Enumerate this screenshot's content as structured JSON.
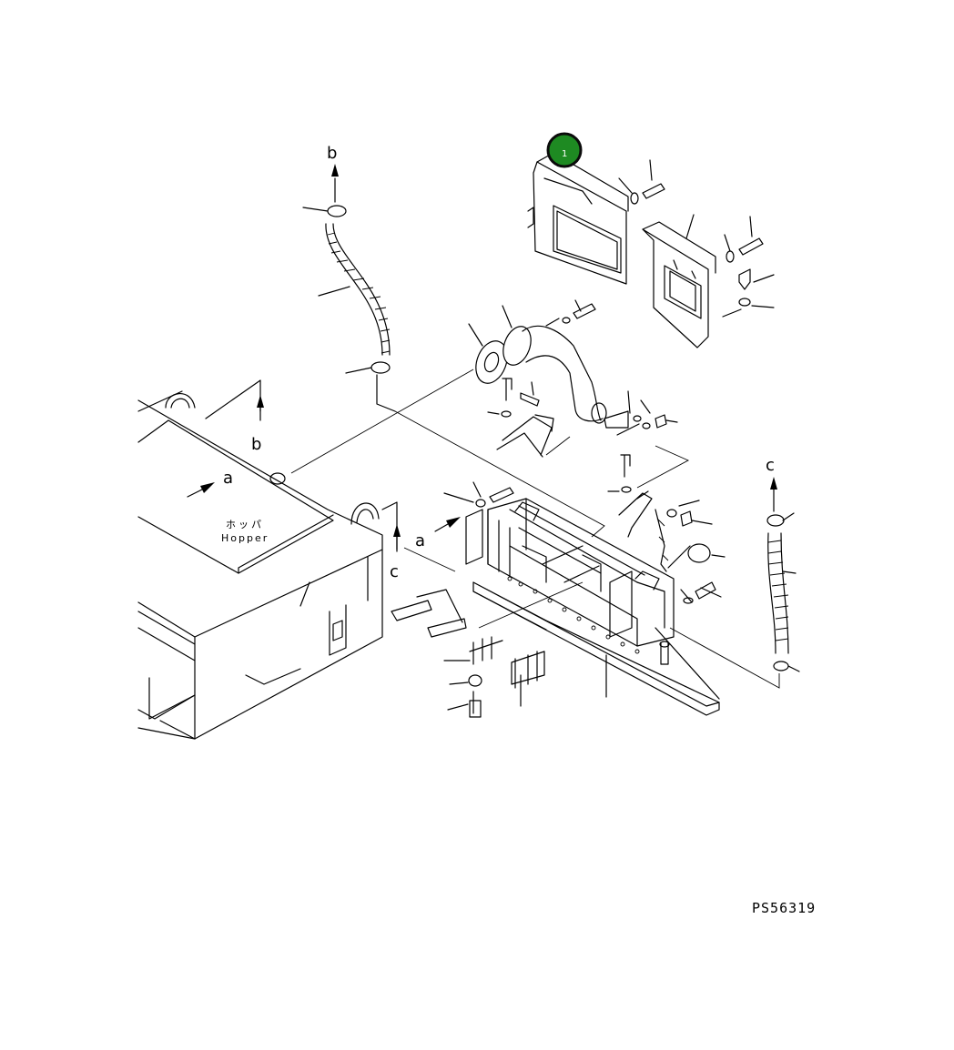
{
  "callout": {
    "number": "1",
    "color": "#1e8a22"
  },
  "markers": {
    "b_top": "b",
    "b_hopper": "b",
    "a_hopper": "a",
    "a_frame": "a",
    "c_hopper": "c",
    "c_right": "c"
  },
  "hopper": {
    "label_jp": "ホッパ",
    "label_en": "Hopper"
  },
  "drawing_code": "PS56319"
}
